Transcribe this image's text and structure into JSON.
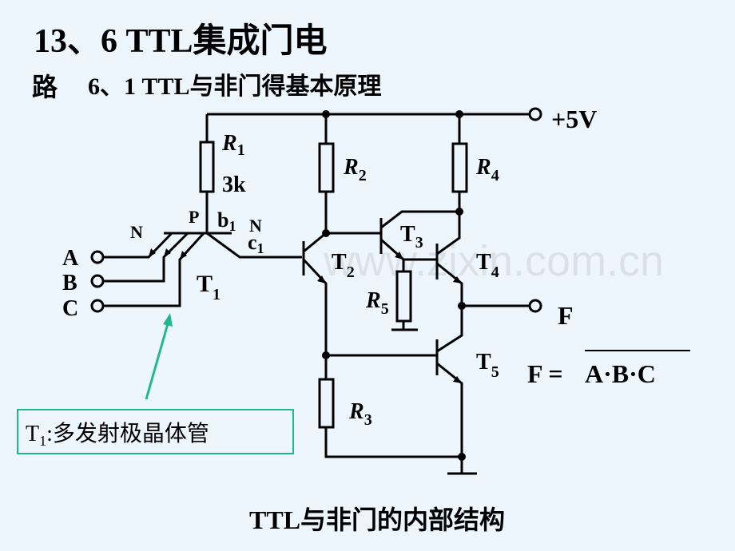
{
  "title_line1": "13、6  TTL集成门电",
  "title_line2_char": "路",
  "title_line2": "6、1 TTL与非门得基本原理",
  "supply": "+5V",
  "inputs": [
    "A",
    "B",
    "C"
  ],
  "output": "F",
  "resistors": {
    "R1": "R",
    "R1_sub": "1",
    "R1_value": "3k",
    "R2": "R",
    "R2_sub": "2",
    "R3": "R",
    "R3_sub": "3",
    "R4": "R",
    "R4_sub": "4",
    "R5": "R",
    "R5_sub": "5"
  },
  "transistors": {
    "T1": "T",
    "T1_sub": "1",
    "T2": "T",
    "T2_sub": "2",
    "T3": "T",
    "T3_sub": "3",
    "T4": "T",
    "T4_sub": "4",
    "T5": "T",
    "T5_sub": "5"
  },
  "junction_labels": {
    "n_left": "N",
    "p": "P",
    "b": "b",
    "b_sub": "1",
    "n_right": "N",
    "c": "c",
    "c_sub": "1"
  },
  "formula": {
    "lhs": "F =",
    "rhs": "A·B·C"
  },
  "callout": {
    "text_prefix": "T",
    "text_sub": "1",
    "text": ":多发射极晶体管"
  },
  "caption": "TTL与非门的内部结构",
  "watermark": "www.zixin.com.cn",
  "colors": {
    "background": "#eef6fd",
    "callout": "#1fb88f"
  }
}
